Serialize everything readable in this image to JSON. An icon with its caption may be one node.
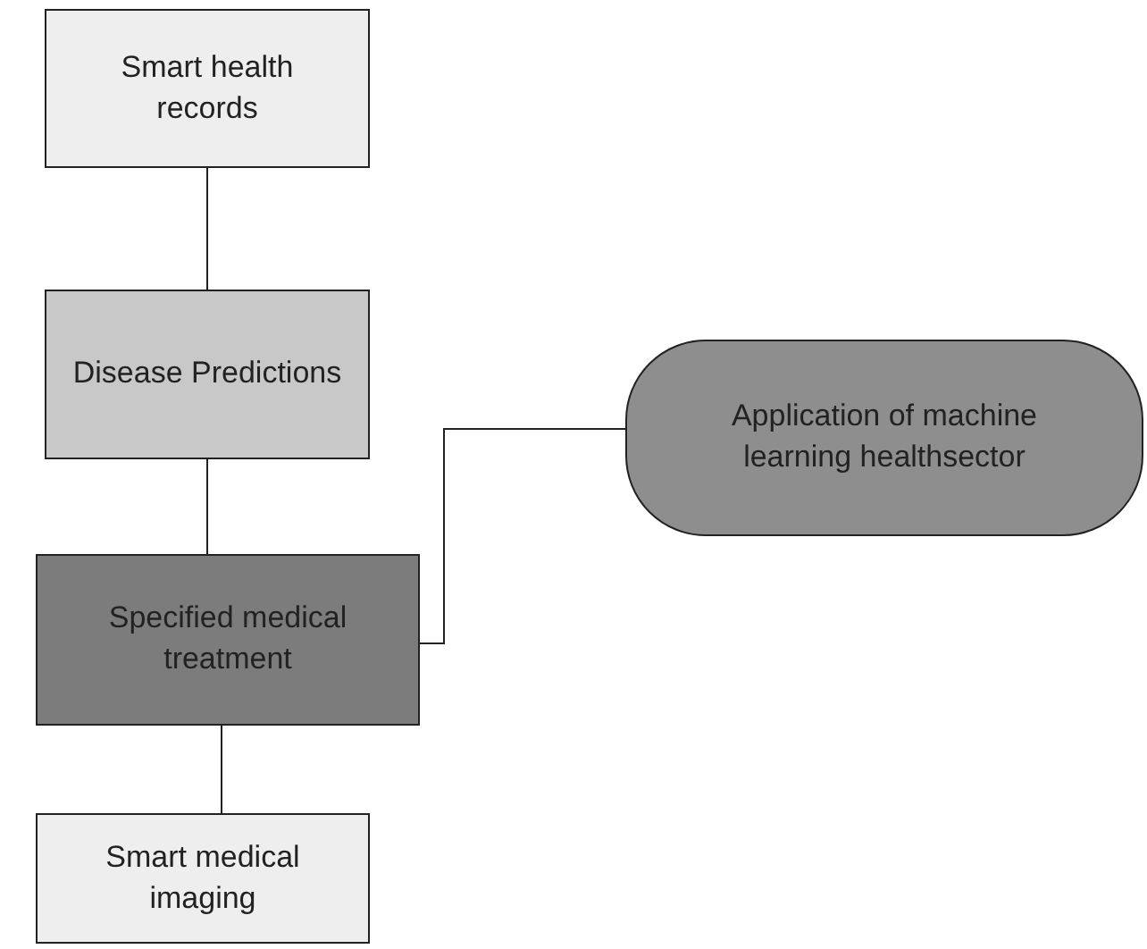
{
  "diagram": {
    "nodes": [
      {
        "text": [
          "Smart health records"
        ]
      },
      {
        "text": [
          "Disease Predictions"
        ]
      },
      {
        "text": [
          "Specified medical treatment"
        ]
      },
      {
        "text": [
          "Smart medical imaging"
        ]
      },
      {
        "text": [
          "Application of machine learning healthsector"
        ]
      }
    ],
    "edges": [
      {
        "from": 0,
        "to": 1,
        "arrow": "none"
      },
      {
        "from": 1,
        "to": 2,
        "arrow": "none"
      },
      {
        "from": 2,
        "to": 3,
        "arrow": "none"
      },
      {
        "from": 2,
        "to": 4,
        "arrow": "none"
      }
    ]
  }
}
